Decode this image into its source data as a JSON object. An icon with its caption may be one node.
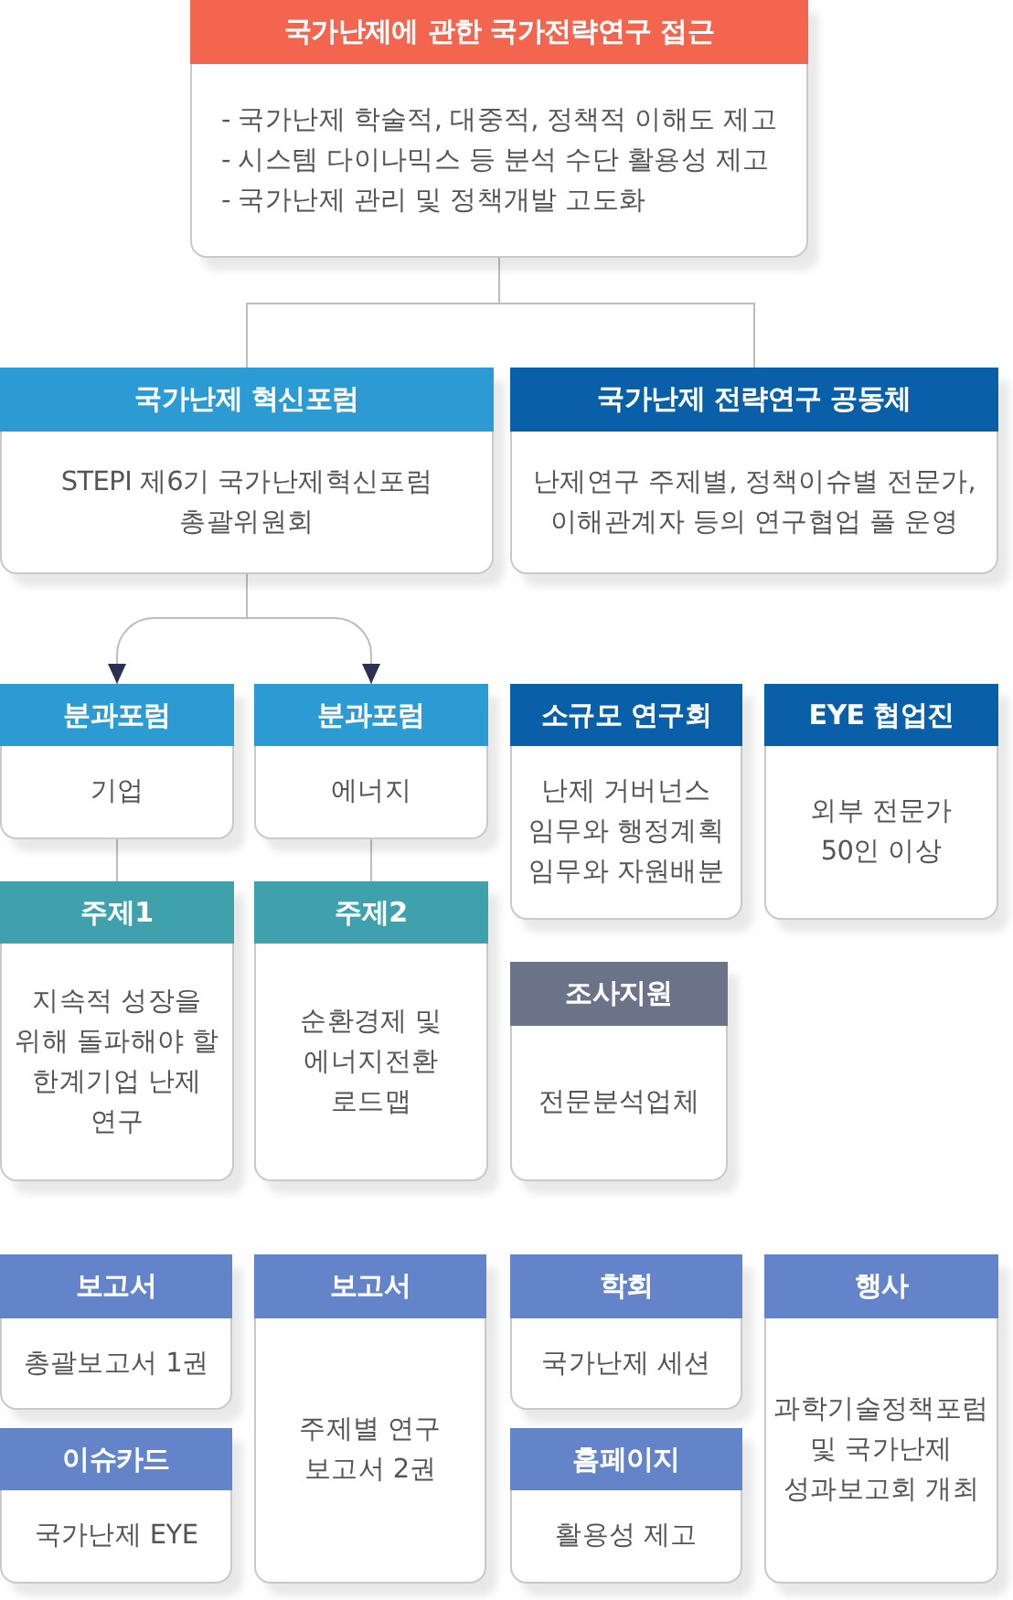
{
  "diagram": {
    "nodes": [
      {
        "text": [
          "국가난제에 관한 국가전략연구 접근",
          "- 국가난제 학술적, 대중적, 정책적 이해도 제고",
          "- 시스템 다이나믹스 등 분석 수단 활용성 제고",
          "- 국가난제 관리 및 정책개발 고도화"
        ]
      },
      {
        "text": [
          "국가난제 혁신포럼",
          "STEPI 제6기 국가난제혁신포럼 총괄위원회"
        ]
      },
      {
        "text": [
          "국가난제 전략연구 공동체",
          "난제연구 주제별, 정책이슈별 전문가, 이해관계자 등의 연구협업 풀 운영"
        ]
      },
      {
        "text": [
          "분과포럼",
          "기업"
        ]
      },
      {
        "text": [
          "분과포럼",
          "에너지"
        ]
      },
      {
        "text": [
          "소규모 연구회",
          "난제 거버넌스 임무와 행정계획 임무와 자원배분"
        ]
      },
      {
        "text": [
          "EYE 협업진",
          "외부 전문가 50인 이상"
        ]
      },
      {
        "text": [
          "주제1",
          "지속적 성장을 위해 돌파해야 할 한계기업 난제 연구"
        ]
      },
      {
        "text": [
          "주제2",
          "순환경제 및 에너지전환 로드맵"
        ]
      },
      {
        "text": [
          "조사지원",
          "전문분석업체"
        ]
      },
      {
        "text": [
          "보고서",
          "총괄보고서 1권"
        ]
      },
      {
        "text": [
          "보고서",
          "주제별 연구 보고서 2권"
        ]
      },
      {
        "text": [
          "학회",
          "국가난제 세션"
        ]
      },
      {
        "text": [
          "행사",
          "과학기술정책포럼 및 국가난제 성과보고회 개최"
        ]
      },
      {
        "text": [
          "이슈카드",
          "국가난제 EYE"
        ]
      },
      {
        "text": [
          "홈페이지",
          "활용성 제고"
        ]
      }
    ],
    "edges": [
      {
        "from": 0,
        "to": 1,
        "arrow": "none"
      },
      {
        "from": 0,
        "to": 2,
        "arrow": "none"
      },
      {
        "from": 1,
        "to": 3,
        "arrow": "to"
      },
      {
        "from": 1,
        "to": 4,
        "arrow": "to"
      },
      {
        "from": 3,
        "to": 7,
        "arrow": "none"
      },
      {
        "from": 4,
        "to": 8,
        "arrow": "none"
      }
    ]
  }
}
